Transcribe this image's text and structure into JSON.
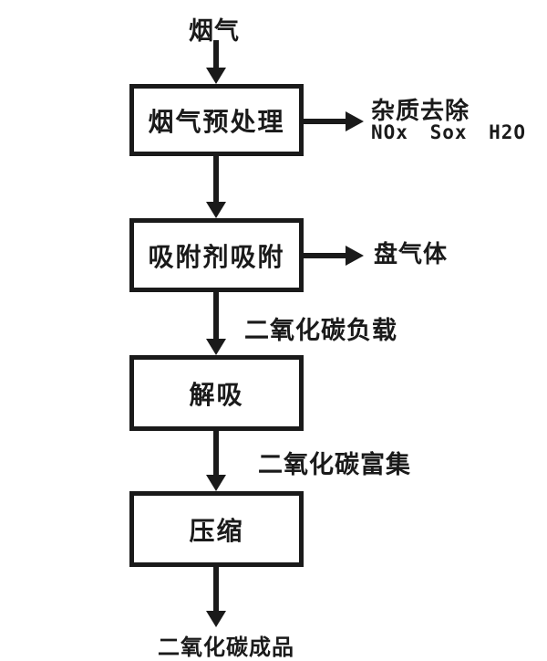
{
  "diagram": {
    "type": "flowchart",
    "source_label": "烟气",
    "boxes": [
      {
        "label": "烟气预处理"
      },
      {
        "label": "吸附剂吸附"
      },
      {
        "label": "解吸"
      },
      {
        "label": "压缩"
      }
    ],
    "side_outputs": [
      {
        "line1": "杂质去除",
        "line2": "NOx Sox H2O"
      },
      {
        "line1": "盘气体",
        "line2": ""
      }
    ],
    "edge_labels": [
      {
        "label": "二氧化碳负载"
      },
      {
        "label": "二氧化碳富集"
      }
    ],
    "final_label": "二氧化碳成品",
    "colors": {
      "ink": "#1a1a1a",
      "background": "#ffffff"
    }
  }
}
